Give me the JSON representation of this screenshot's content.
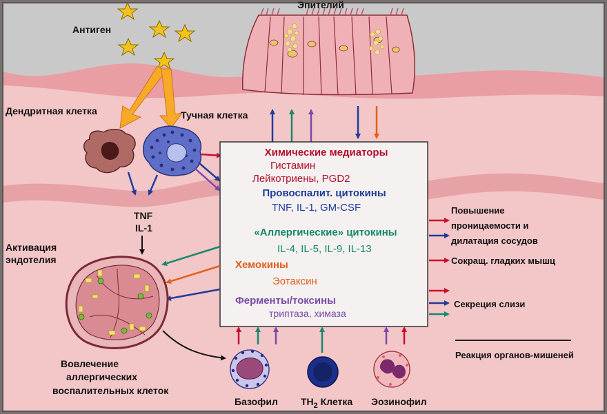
{
  "labels": {
    "epithelium": "Эпителий",
    "antigen": "Антиген",
    "dendritic_cell": "Дендритная клетка",
    "mast_cell": "Тучная клетка",
    "tnf": "TNF",
    "il1": "IL-1",
    "endothelium_activation_1": "Активация",
    "endothelium_activation_2": "эндотелия",
    "involvement_1": "Вовлечение",
    "involvement_2": "аллергических",
    "involvement_3": "воспалительных клеток",
    "basophil": "Базофил",
    "th2_cell_prefix": "TH",
    "th2_cell_sub": "2",
    "th2_cell_suffix": " Клетка",
    "eosinophil": "Эозинофил",
    "target_organ_reaction": "Реакция органов-мишеней"
  },
  "mediator_box": {
    "chem_mediators_title": "Химические медиаторы",
    "histamine": "Гистамин",
    "leukotrienes": "Лейкотриены, PGD2",
    "proinflammatory_title": "Провоспалит. цитокины",
    "proinflammatory_list": "TNF, IL-1, GM-CSF",
    "allergic_title": "«Аллергические» цитокины",
    "allergic_list": "IL-4, IL-5, IL-9, IL-13",
    "chemokines_title": "Хемокины",
    "eotaxin": "Эотаксин",
    "enzymes_title": "Ферменты/токсины",
    "enzymes_list": "триптаза, химаза"
  },
  "effects": {
    "permeability_1": "Повышение",
    "permeability_2": "проницаемости и",
    "permeability_3": "дилатация сосудов",
    "smooth_muscle": "Сокращ. гладких мышц",
    "mucus": "Секреция слизи"
  },
  "colors": {
    "red": "#c8102e",
    "blue": "#1f3c9a",
    "green": "#15896a",
    "orange": "#e0601a",
    "purple": "#7a4aa8",
    "tissue": "#f4c4c6",
    "background": "#7a6f6f"
  }
}
